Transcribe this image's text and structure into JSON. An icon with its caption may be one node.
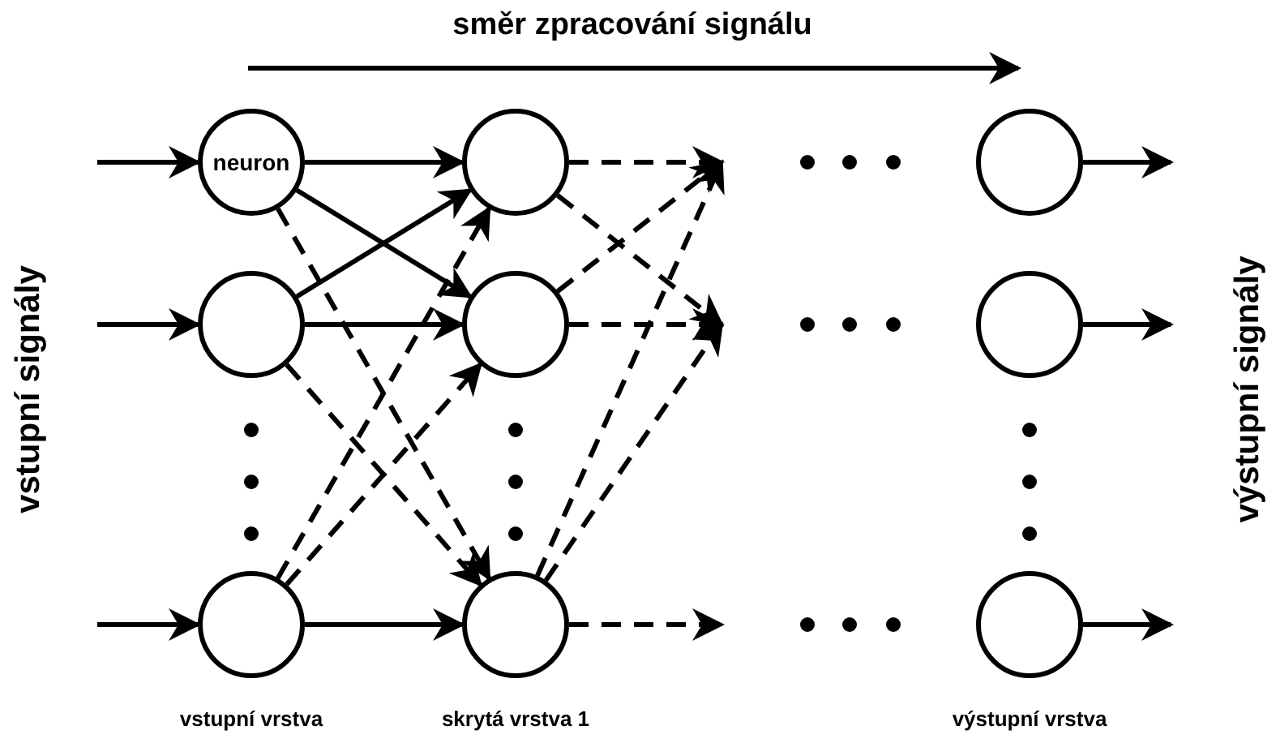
{
  "diagram": {
    "nodes": [
      {
        "text": [
          "neuron"
        ]
      },
      {
        "text": [],
        "shape": "circle"
      },
      {
        "text": [],
        "shape": "circle"
      },
      {
        "text": [],
        "shape": "circle"
      },
      {
        "text": [],
        "shape": "circle"
      },
      {
        "text": [],
        "shape": "circle"
      },
      {
        "text": [],
        "shape": "circle"
      },
      {
        "text": [],
        "shape": "circle"
      },
      {
        "text": [],
        "shape": "circle"
      }
    ],
    "edges": [
      {
        "from": null,
        "to": 0,
        "arrow": "to"
      },
      {
        "from": null,
        "to": 1,
        "arrow": "to"
      },
      {
        "from": null,
        "to": 2,
        "arrow": "to"
      },
      {
        "from": 0,
        "to": 3,
        "arrow": "to"
      },
      {
        "from": 0,
        "to": 4,
        "arrow": "to"
      },
      {
        "from": 1,
        "to": 3,
        "arrow": "to"
      },
      {
        "from": 1,
        "to": 4,
        "arrow": "to"
      },
      {
        "from": 2,
        "to": 5,
        "arrow": "to"
      },
      {
        "from": 0,
        "to": 5,
        "arrow": "to",
        "style": "dashed"
      },
      {
        "from": 1,
        "to": 5,
        "arrow": "to",
        "style": "dashed"
      },
      {
        "from": 2,
        "to": 3,
        "arrow": "to",
        "style": "dashed"
      },
      {
        "from": 2,
        "to": 4,
        "arrow": "to",
        "style": "dashed"
      },
      {
        "from": 3,
        "to": null,
        "arrow": "to",
        "style": "dashed"
      },
      {
        "from": 3,
        "to": null,
        "arrow": "to",
        "style": "dashed"
      },
      {
        "from": 4,
        "to": null,
        "arrow": "to",
        "style": "dashed"
      },
      {
        "from": 4,
        "to": null,
        "arrow": "to",
        "style": "dashed"
      },
      {
        "from": 5,
        "to": null,
        "arrow": "to",
        "style": "dashed"
      },
      {
        "from": 5,
        "to": null,
        "arrow": "to",
        "style": "dashed"
      },
      {
        "from": 5,
        "to": null,
        "arrow": "to",
        "style": "dashed"
      },
      {
        "from": 6,
        "to": null,
        "arrow": "to"
      },
      {
        "from": 7,
        "to": null,
        "arrow": "to"
      },
      {
        "from": 8,
        "to": null,
        "arrow": "to"
      }
    ],
    "labels": [
      "směr zpracování signálu",
      "vstupní signály",
      "výstupní signály",
      "vstupní vrstva",
      "skrytá vrstva 1",
      "výstupní vrstva"
    ]
  }
}
